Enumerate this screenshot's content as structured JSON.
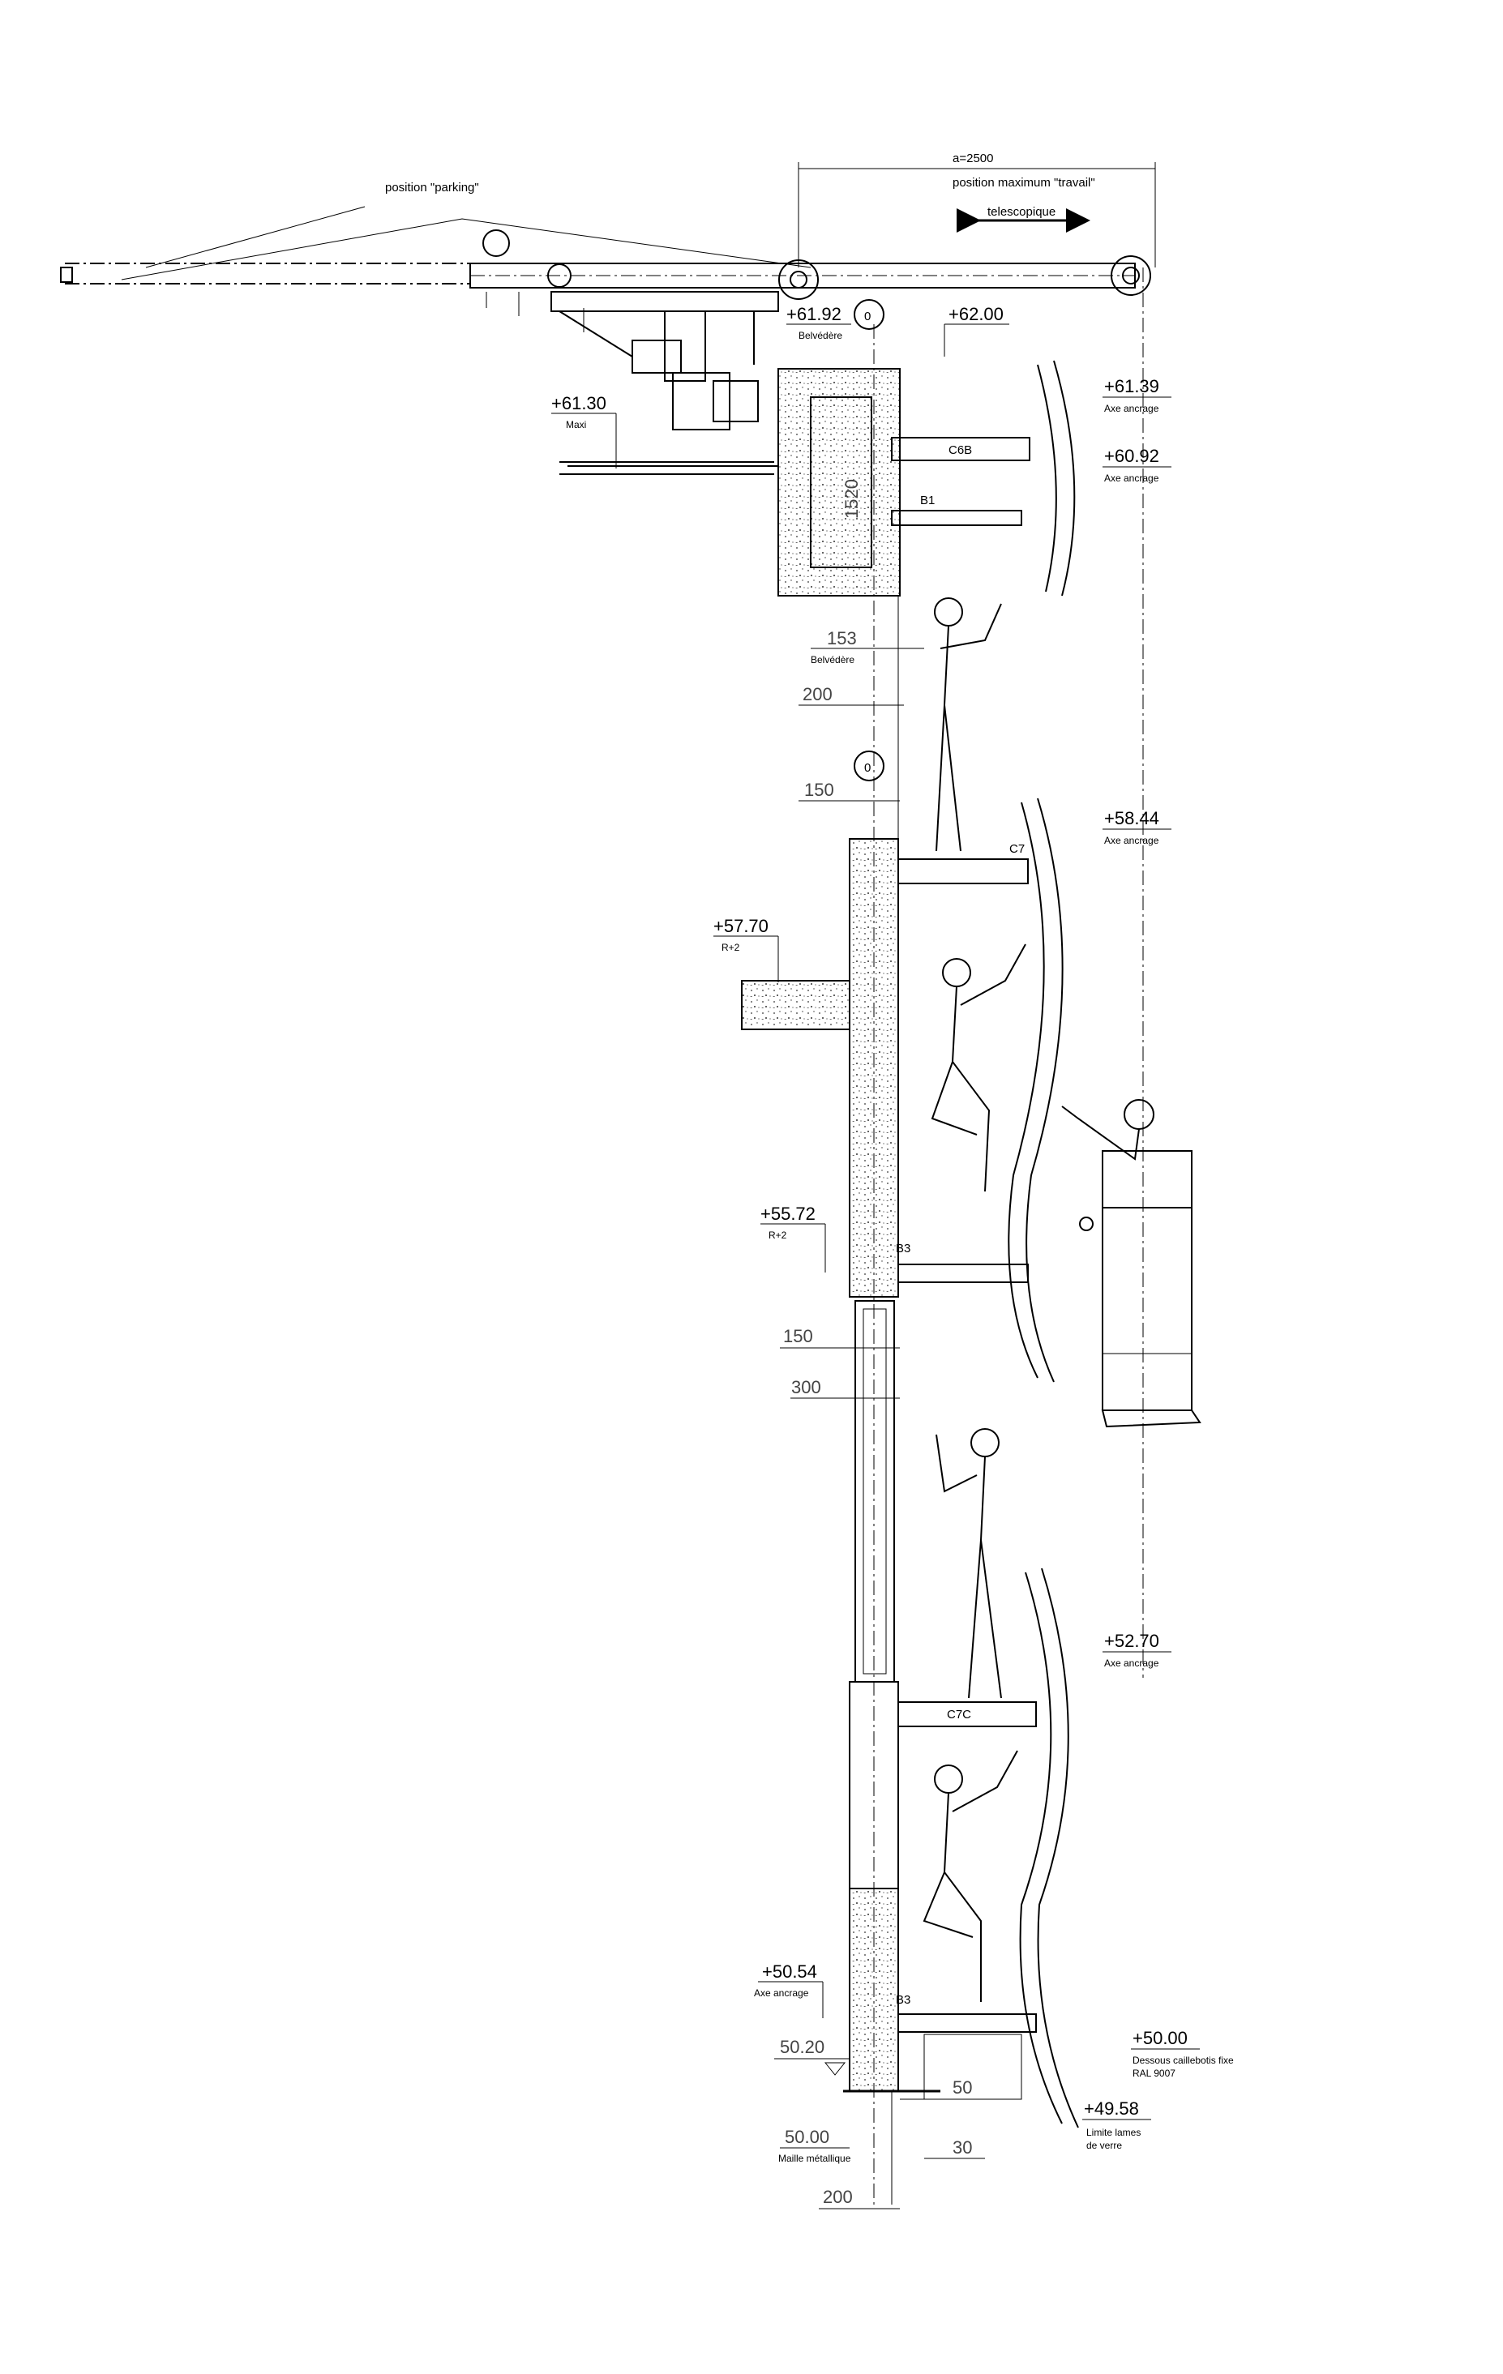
{
  "top": {
    "dim_a": "a=2500",
    "parking": "position \"parking\"",
    "max_work": "position maximum \"travail\"",
    "telescopique": "telescopique",
    "axis_mark": "0"
  },
  "levels": {
    "l6192": {
      "value": "+61.92",
      "caption": "Belvédère"
    },
    "l6200": {
      "value": "+62.00",
      "caption": ""
    },
    "l6139": {
      "value": "+61.39",
      "caption": "Axe ancrage"
    },
    "l6092": {
      "value": "+60.92",
      "caption": "Axe ancrage"
    },
    "l6130": {
      "value": "+61.30",
      "caption": "Maxi"
    },
    "l5844": {
      "value": "+58.44",
      "caption": "Axe ancrage"
    },
    "l5770": {
      "value": "+57.70",
      "caption": "R+2"
    },
    "l5572": {
      "value": "+55.72",
      "caption": "R+2"
    },
    "l5270": {
      "value": "+52.70",
      "caption": "Axe ancrage"
    },
    "l5054": {
      "value": "+50.54",
      "caption": "Axe ancrage"
    },
    "l5000": {
      "value": "+50.00",
      "caption": "Dessous caillebotis fixe",
      "caption2": "RAL 9007"
    },
    "l4958": {
      "value": "+49.58",
      "caption": "Limite lames",
      "caption2": "de verre"
    },
    "l5020": {
      "value": "50.20"
    },
    "l50b": {
      "value": "50.00",
      "caption": "Maille métallique"
    }
  },
  "dims": {
    "d1520": "1520",
    "d153": "153",
    "d153_cap": "Belvédère",
    "d200a": "200",
    "d150a": "150",
    "d150b": "150",
    "d300": "300",
    "d50": "50",
    "d30": "30",
    "d200b": "200",
    "axis_mark2": "0"
  },
  "tags": {
    "c6b": "C6B",
    "b1": "B1",
    "c7": "C7",
    "b3a": "B3",
    "c7c": "C7C",
    "b3b": "B3"
  },
  "colors": {
    "ink": "#000000",
    "paper": "#ffffff",
    "dim": "#444444"
  }
}
